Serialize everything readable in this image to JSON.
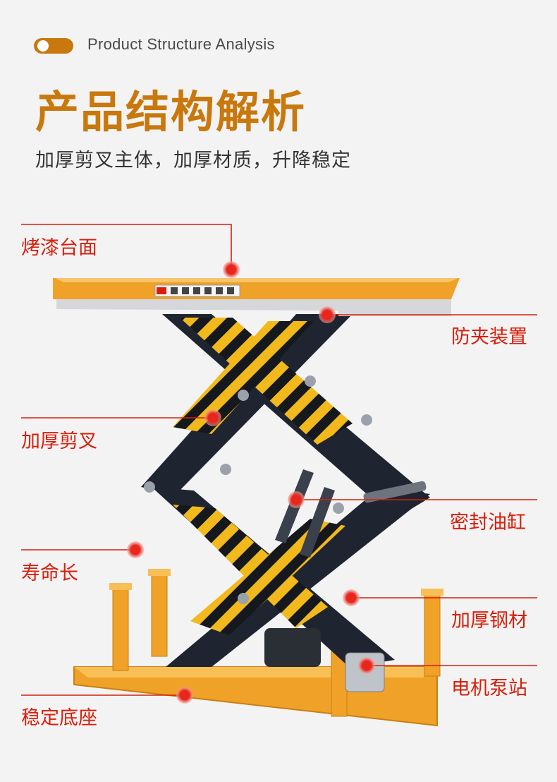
{
  "header": {
    "en_title": "Product Structure Analysis",
    "cn_title": "产品结构解析",
    "subtitle": "加厚剪叉主体，加厚材质，升降稳定"
  },
  "callouts": {
    "table_top": "烤漆台面",
    "anti_pinch": "防夹装置",
    "scissor": "加厚剪叉",
    "cylinder": "密封油缸",
    "long_life": "寿命长",
    "steel": "加厚钢材",
    "pump_station": "电机泵站",
    "stable_base": "稳定底座"
  },
  "colors": {
    "accent": "#c8780c",
    "callout_red": "#d81e0b",
    "frame_yellow": "#f5a623",
    "scissor_dark": "#1f2530"
  }
}
